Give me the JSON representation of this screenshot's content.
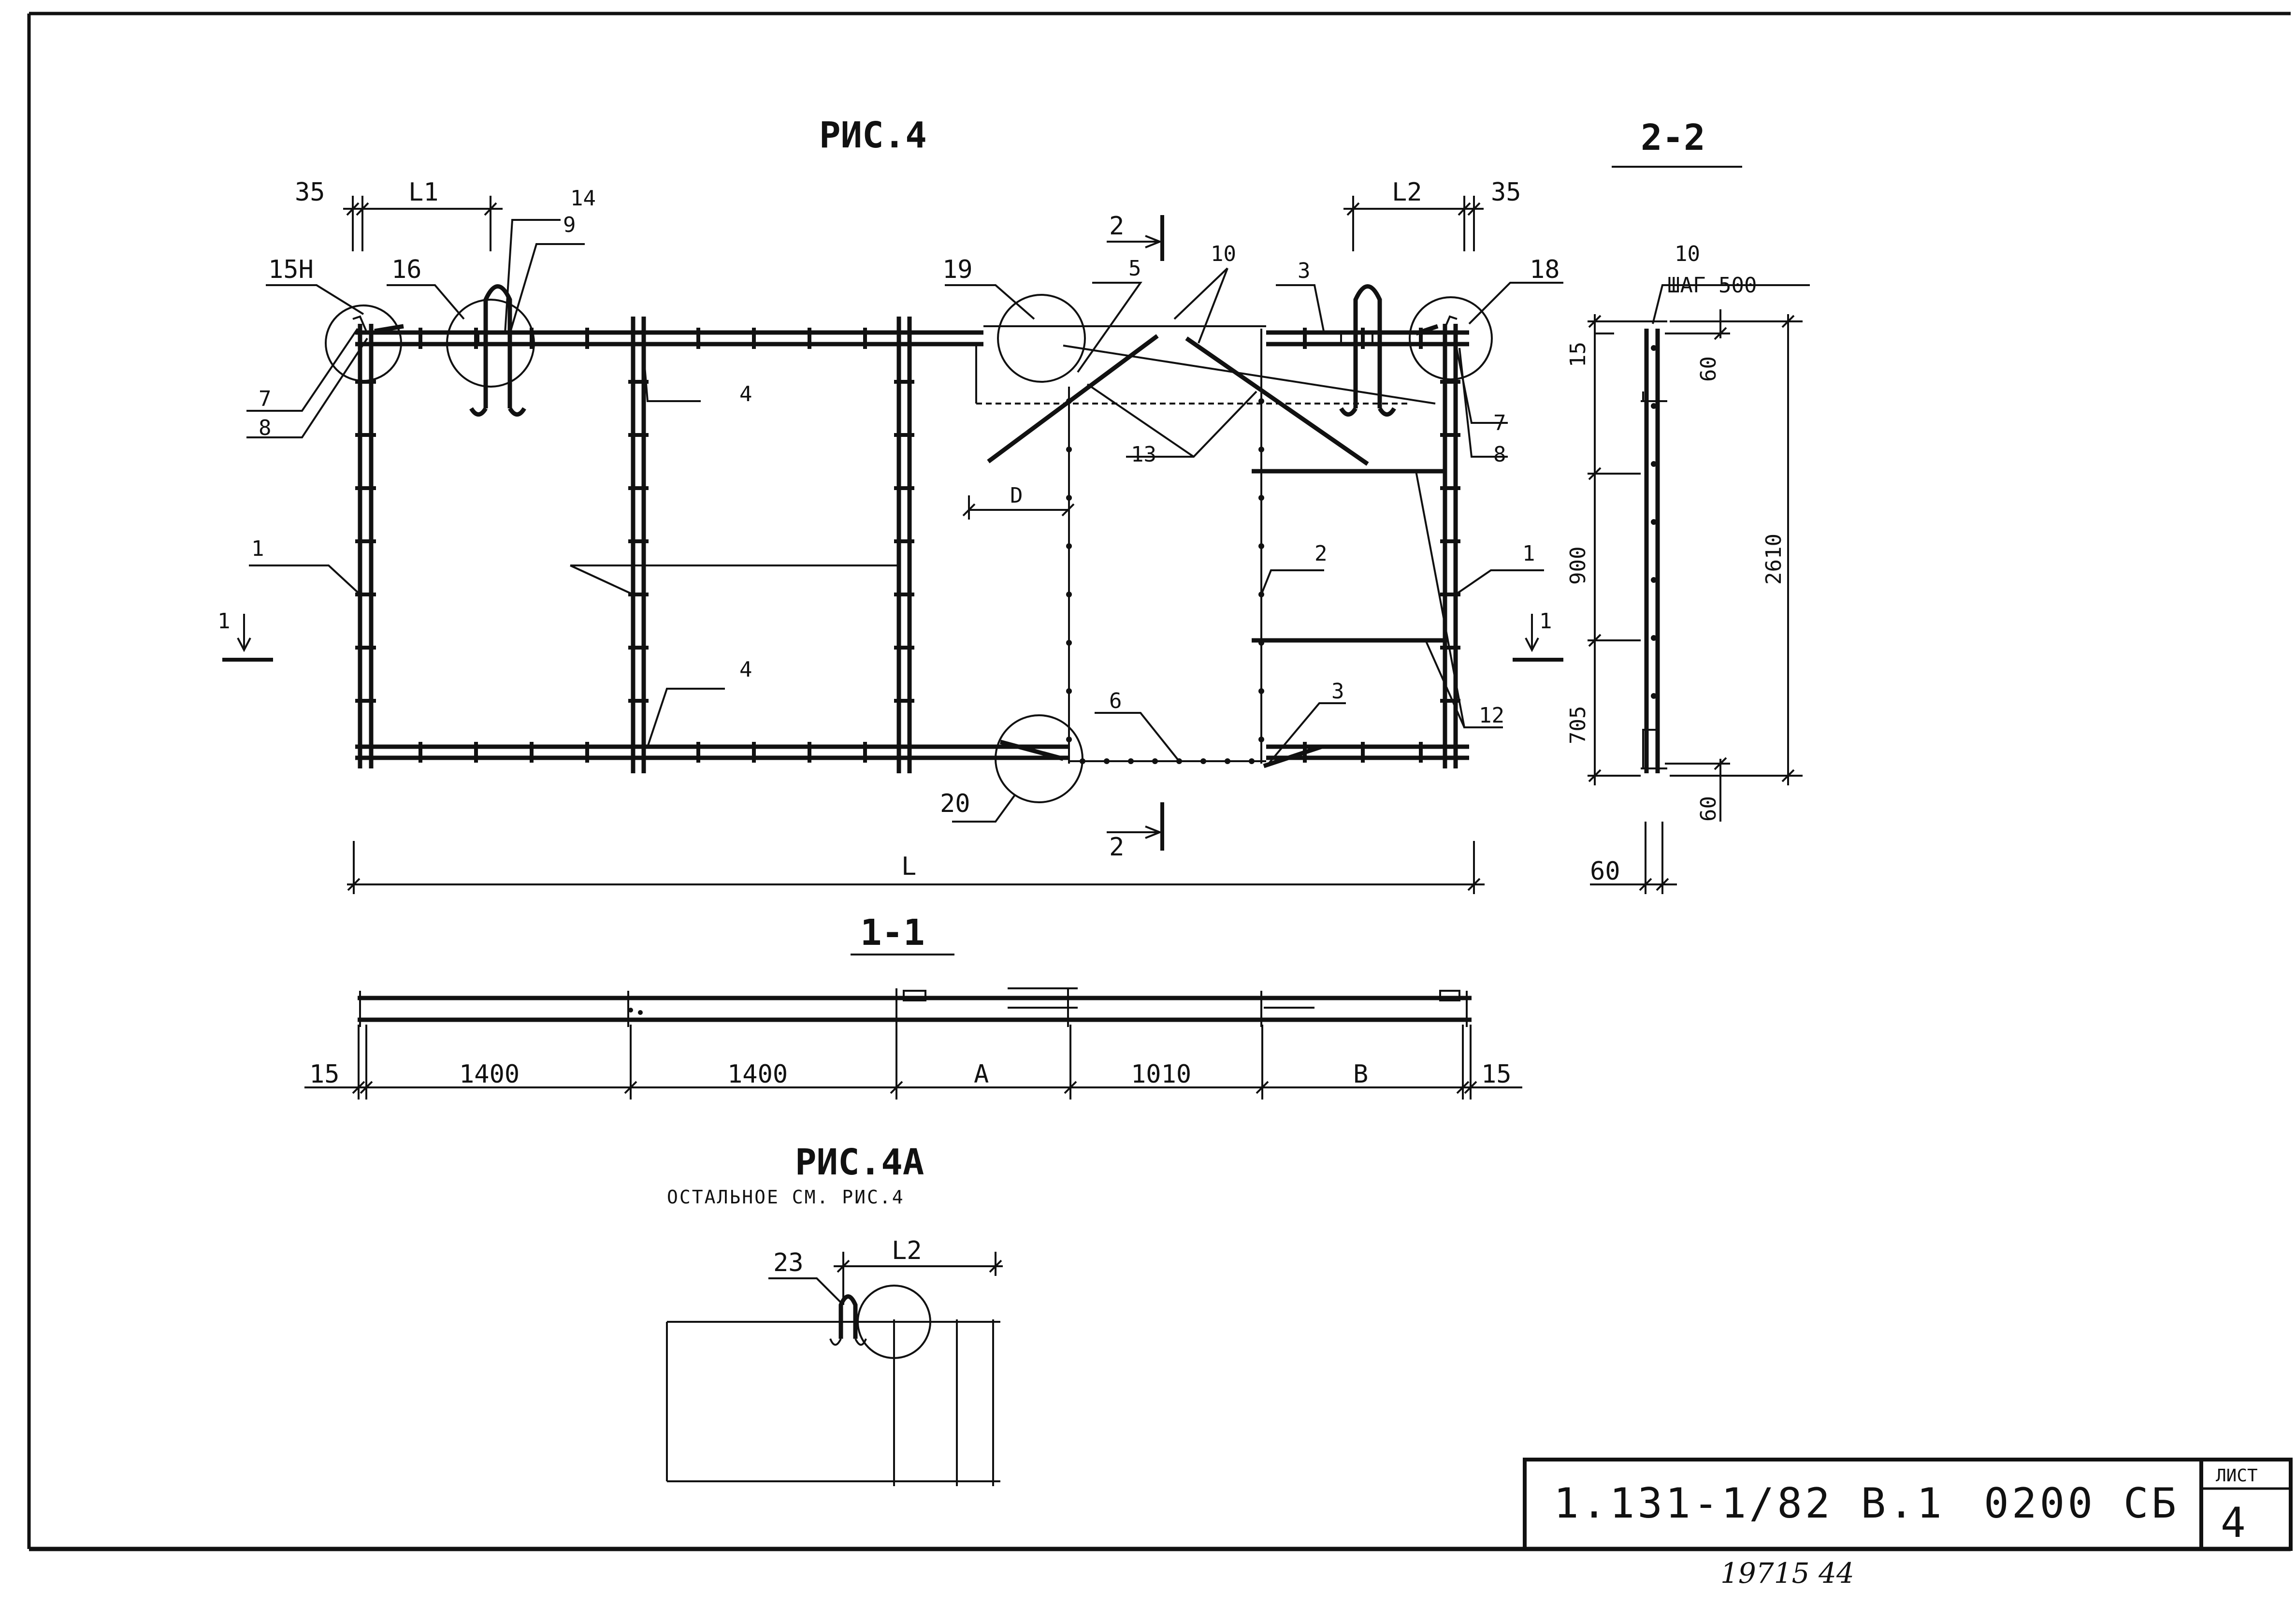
{
  "drawing": {
    "title_main": "РИС.4",
    "title_section_22": "2-2",
    "title_section_11": "1-1",
    "title_fig4a": "РИС.4А",
    "note_fig4a": "ОСТАЛЬНОЕ СМ. РИС.4",
    "section_marks": {
      "top": "2",
      "bottom": "2",
      "left": "1",
      "right": "1"
    },
    "top_dims": {
      "d35_left": "35",
      "L1": "L1",
      "L2": "L2",
      "d35_right": "35"
    },
    "overall_L": "L",
    "D": "D",
    "positions": {
      "p15H": "15Н",
      "p16": "16",
      "p14": "14",
      "p9": "9",
      "p7_left": "7",
      "p8_left": "8",
      "p19": "19",
      "p5": "5",
      "p10": "10",
      "p3_top": "3",
      "p18": "18",
      "p7_right": "7",
      "p8_right": "8",
      "p13": "13",
      "p4_top": "4",
      "p4_bottom": "4",
      "p1_left": "1",
      "p1_right": "1",
      "p2": "2",
      "p6": "6",
      "p3_bottom": "3",
      "p12": "12",
      "p20": "20",
      "p23": "23"
    },
    "section22": {
      "pos10": "10",
      "step": "ШАГ 500",
      "d15": "15",
      "d60_top": "60",
      "d900": "900",
      "d705": "705",
      "d2610": "2610",
      "d60_bottom": "60",
      "d60_width": "60"
    },
    "section11_dims": [
      "15",
      "1400",
      "1400",
      "А",
      "1010",
      "В",
      "15"
    ],
    "title_block": {
      "code": "1.131-1/82 В.1",
      "doc": "0200 СБ",
      "sheet_label": "ЛИСТ",
      "sheet_no": "4"
    },
    "footer_stamp": "19715 44"
  }
}
